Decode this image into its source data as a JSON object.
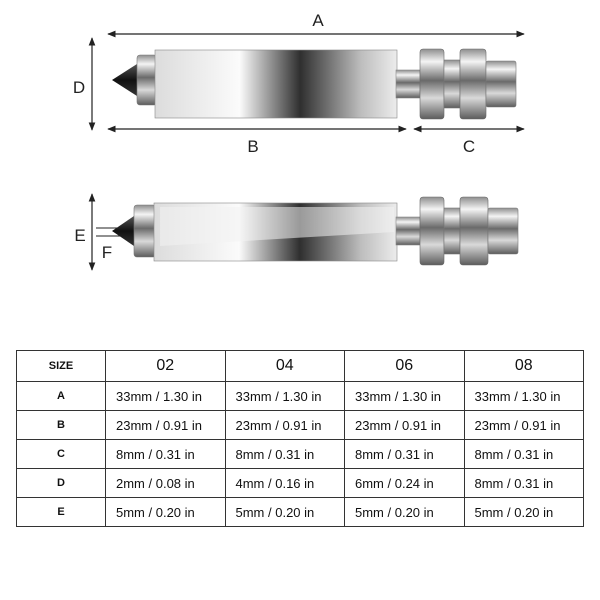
{
  "dimensions": {
    "label_a": "A",
    "label_b": "B",
    "label_c": "C",
    "label_d": "D",
    "label_e": "E",
    "label_f": "F"
  },
  "table": {
    "size_header": "SIZE",
    "columns": [
      "02",
      "04",
      "06",
      "08"
    ],
    "rows": [
      {
        "key": "A",
        "values": [
          "33mm / 1.30 in",
          "33mm / 1.30 in",
          "33mm / 1.30 in",
          "33mm / 1.30 in"
        ]
      },
      {
        "key": "B",
        "values": [
          "23mm / 0.91 in",
          "23mm / 0.91 in",
          "23mm / 0.91 in",
          "23mm / 0.91 in"
        ]
      },
      {
        "key": "C",
        "values": [
          "8mm / 0.31 in",
          "8mm / 0.31 in",
          "8mm / 0.31 in",
          "8mm / 0.31 in"
        ]
      },
      {
        "key": "D",
        "values": [
          "2mm / 0.08 in",
          "4mm / 0.16 in",
          "6mm / 0.24 in",
          "8mm / 0.31 in"
        ]
      },
      {
        "key": "E",
        "values": [
          "5mm / 0.20 in",
          "5mm / 0.20 in",
          "5mm / 0.20 in",
          "5mm / 0.20 in"
        ]
      }
    ]
  }
}
